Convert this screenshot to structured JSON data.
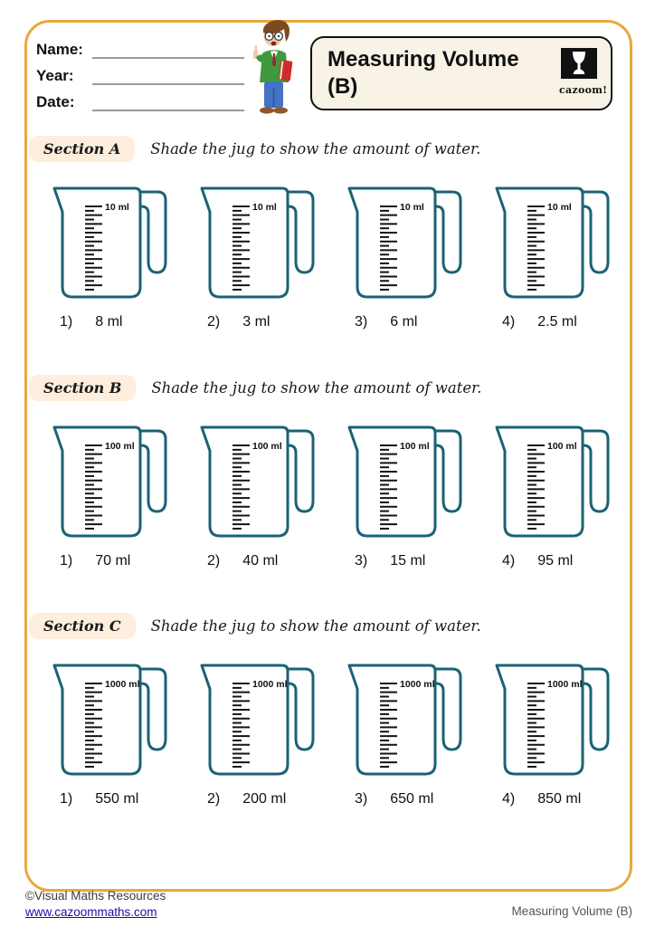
{
  "header": {
    "fields": [
      {
        "label": "Name:"
      },
      {
        "label": "Year:"
      },
      {
        "label": "Date:"
      }
    ],
    "title_line1": "Measuring Volume",
    "title_line2": "(B)",
    "logo_text": "cazoom!"
  },
  "sections": [
    {
      "label": "Section A",
      "instruction": "Shade the jug to show the amount of water.",
      "jug_scale_label": "10 ml",
      "problems": [
        {
          "number": "1)",
          "value": "8 ml"
        },
        {
          "number": "2)",
          "value": "3 ml"
        },
        {
          "number": "3)",
          "value": "6 ml"
        },
        {
          "number": "4)",
          "value": "2.5 ml"
        }
      ]
    },
    {
      "label": "Section B",
      "instruction": "Shade the jug to show the amount of water.",
      "jug_scale_label": "100 ml",
      "problems": [
        {
          "number": "1)",
          "value": "70 ml"
        },
        {
          "number": "2)",
          "value": "40 ml"
        },
        {
          "number": "3)",
          "value": "15 ml"
        },
        {
          "number": "4)",
          "value": "95 ml"
        }
      ]
    },
    {
      "label": "Section C",
      "instruction": "Shade the jug to show the amount of water.",
      "jug_scale_label": "1000 ml",
      "problems": [
        {
          "number": "1)",
          "value": "550 ml"
        },
        {
          "number": "2)",
          "value": "200 ml"
        },
        {
          "number": "3)",
          "value": "650 ml"
        },
        {
          "number": "4)",
          "value": "850 ml"
        }
      ]
    }
  ],
  "footer": {
    "copyright": "©Visual Maths Resources",
    "link": "www.cazoommaths.com",
    "doc_title": "Measuring Volume (B)"
  },
  "colors": {
    "jug_outline": "#1a6374",
    "tick": "#131313",
    "page_border": "#E9A83C",
    "title_box_bg": "#f8f3e6",
    "badge_bg": "#fdeede",
    "link_blue": "#1a0dab"
  }
}
